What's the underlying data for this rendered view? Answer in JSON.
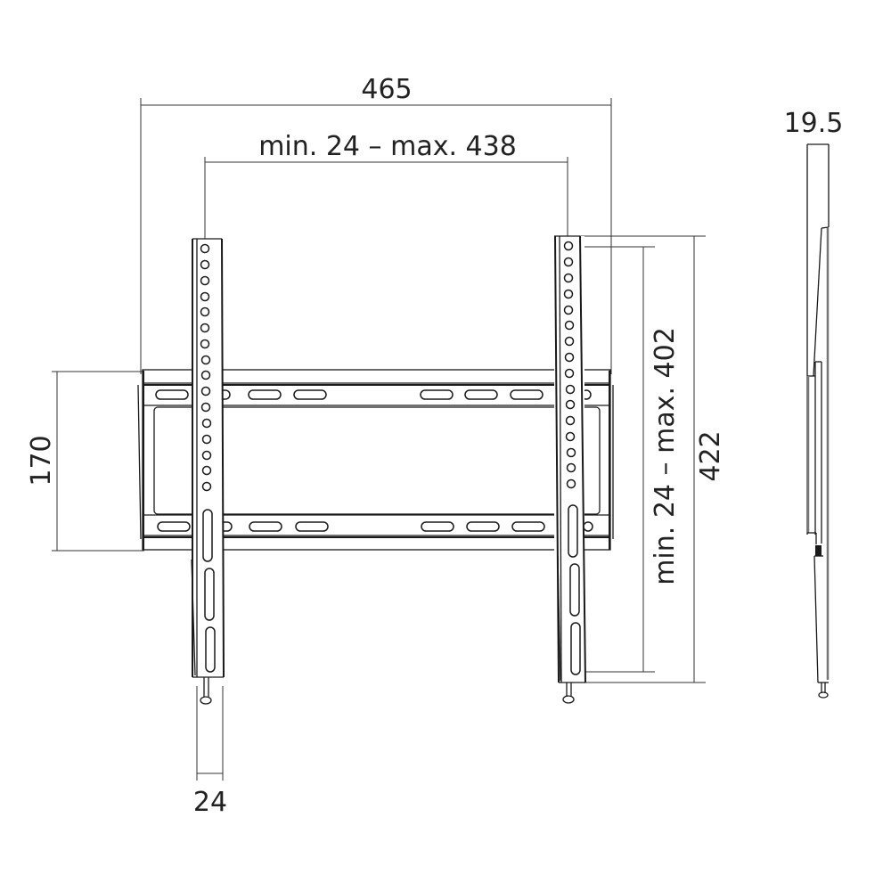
{
  "drawing": {
    "subject": "Flat TV wall mount bracket technical drawing",
    "views": [
      "front-view",
      "side-view"
    ]
  },
  "dimensions": {
    "overall_width": "465",
    "vesa_horizontal": "min. 24 – max. 438",
    "wall_plate_height": "170",
    "vesa_vertical": "min. 24 – max. 402",
    "overall_height": "422",
    "arm_width": "24",
    "depth": "19.5"
  },
  "colors": {
    "line": "#1a1a1a",
    "text": "#222222",
    "background": "#ffffff"
  }
}
